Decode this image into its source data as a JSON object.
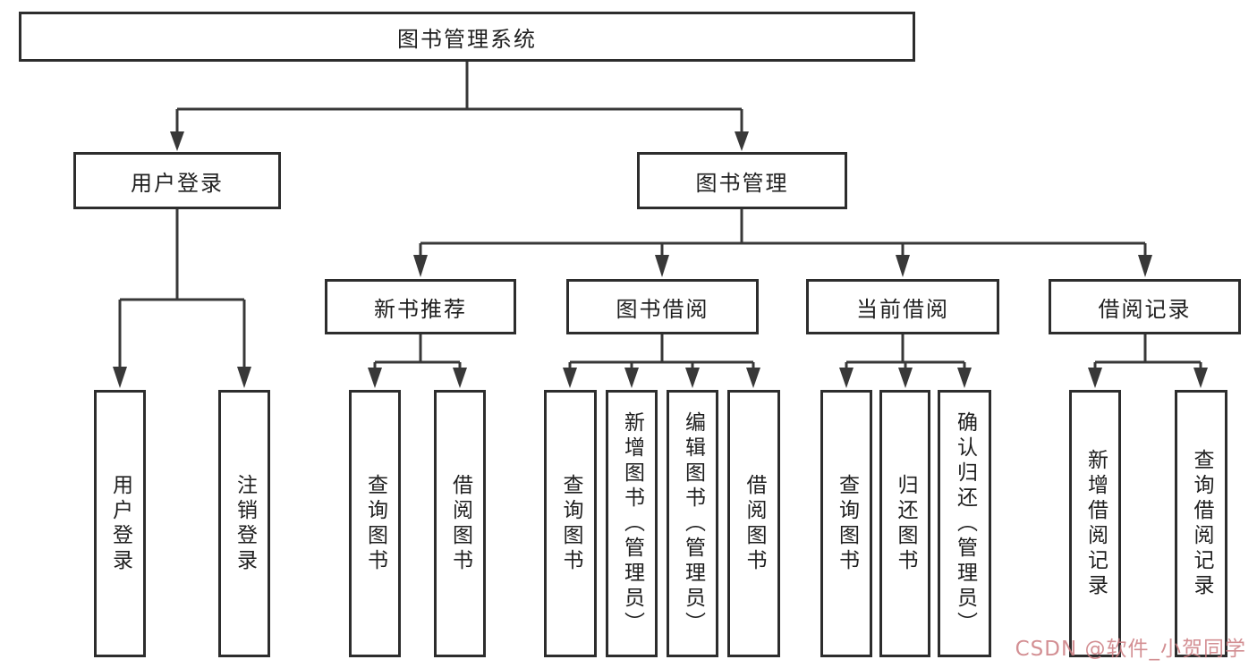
{
  "diagram": {
    "type": "tree",
    "title": "图书管理系统",
    "colors": {
      "line": "#383838",
      "box_border": "#2d2d2d",
      "text": "#1f1f1f",
      "background": "#ffffff",
      "watermark": "#cb7b80"
    },
    "tree": {
      "root": "图书管理系统",
      "level2": {
        "user_login": "用户登录",
        "book_mgmt": "图书管理"
      },
      "level3": {
        "new_book_rec": "新书推荐",
        "book_borrow": "图书借阅",
        "current_borrow": "当前借阅",
        "borrow_records": "借阅记录"
      },
      "leaves": {
        "login": "用户登录",
        "logout": "注销登录",
        "rec_query": "查询图书",
        "rec_borrow": "借阅图书",
        "bb_query": "查询图书",
        "bb_add": "新增图书（管理员）",
        "bb_edit": "编辑图书（管理员）",
        "bb_borrow": "借阅图书",
        "cb_query": "查询图书",
        "cb_return": "归还图书",
        "cb_confirm": "确认归还（管理员）",
        "br_add": "新增借阅记录",
        "br_query": "查询借阅记录"
      },
      "edges": [
        [
          "图书管理系统",
          "用户登录"
        ],
        [
          "图书管理系统",
          "图书管理"
        ],
        [
          "用户登录",
          "用户登录(叶)"
        ],
        [
          "用户登录",
          "注销登录"
        ],
        [
          "图书管理",
          "新书推荐"
        ],
        [
          "图书管理",
          "图书借阅"
        ],
        [
          "图书管理",
          "当前借阅"
        ],
        [
          "图书管理",
          "借阅记录"
        ],
        [
          "新书推荐",
          "查询图书"
        ],
        [
          "新书推荐",
          "借阅图书"
        ],
        [
          "图书借阅",
          "查询图书"
        ],
        [
          "图书借阅",
          "新增图书（管理员）"
        ],
        [
          "图书借阅",
          "编辑图书（管理员）"
        ],
        [
          "图书借阅",
          "借阅图书"
        ],
        [
          "当前借阅",
          "查询图书"
        ],
        [
          "当前借阅",
          "归还图书"
        ],
        [
          "当前借阅",
          "确认归还（管理员）"
        ],
        [
          "借阅记录",
          "新增借阅记录"
        ],
        [
          "借阅记录",
          "查询借阅记录"
        ]
      ]
    },
    "watermark": "CSDN @软件_小贺同学"
  }
}
